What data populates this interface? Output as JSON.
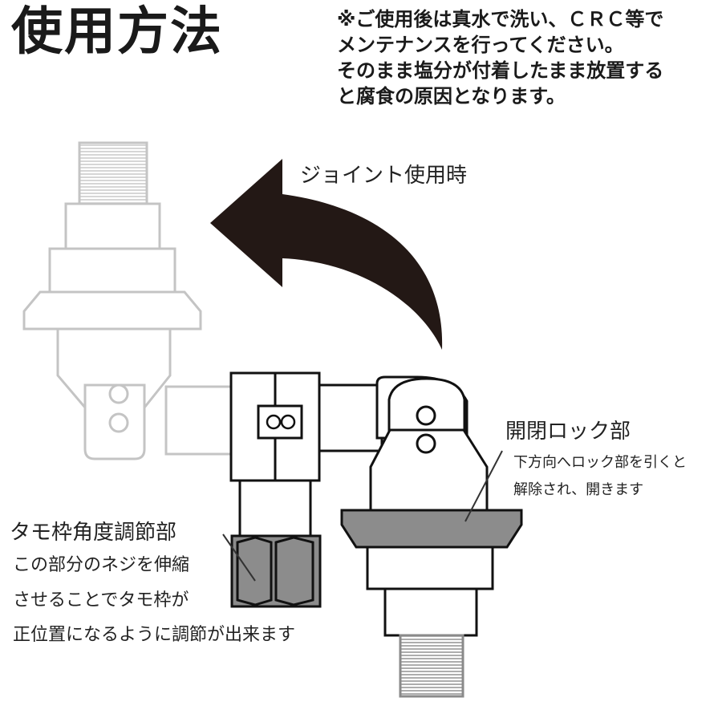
{
  "title": "使用方法",
  "note": {
    "lines": [
      "※ご使用後は真水で洗い、ＣＲＣ等で",
      "メンテナンスを行ってください。",
      "そのまま塩分が付着したまま放置する",
      "と腐食の原因となります。"
    ]
  },
  "joint_label": "ジョイント使用時",
  "lock": {
    "heading": "開閉ロック部",
    "desc": [
      "下方向へロック部を引くと",
      "解除され、開きます"
    ]
  },
  "angle": {
    "heading": "タモ枠角度調節部",
    "desc": [
      "この部分のネジを伸縮",
      "させることでタモ枠が",
      "正位置になるように調節が出来ます"
    ]
  },
  "colors": {
    "ghost": "#c4c4c4",
    "line": "#111111",
    "arrow": "#231815",
    "part_fill": "#8c8c8c"
  }
}
